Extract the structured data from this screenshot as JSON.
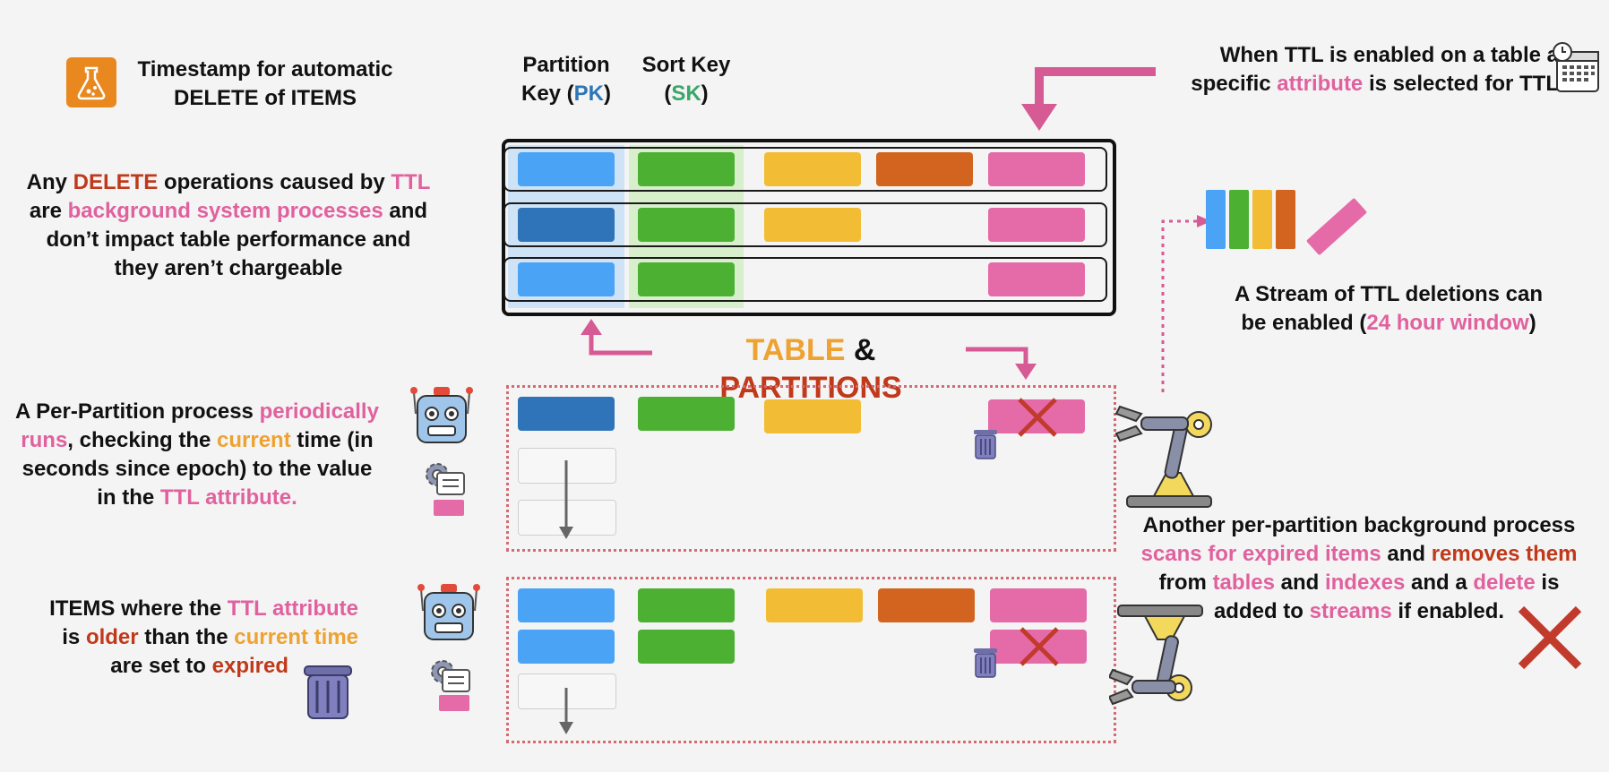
{
  "header": {
    "title_line1": "Timestamp for automatic",
    "title_line2": "DELETE of ITEMS",
    "icon": "flask-icon"
  },
  "columns": {
    "pk_line1": "Partition",
    "pk_line2_prefix": "Key (",
    "pk_abbr": "PK",
    "pk_suffix": ")",
    "sk_line1": "Sort Key",
    "sk_prefix": "(",
    "sk_abbr": "SK",
    "sk_suffix": ")"
  },
  "ttl_note": {
    "line1": "When TTL is enabled on a table a",
    "line2_a": "specific ",
    "line2_b": "attribute",
    "line2_c": " is selected for TTL",
    "icon": "calendar-icon"
  },
  "delete_note": {
    "l1_a": "Any ",
    "l1_b": "DELETE",
    "l1_c": " operations caused by ",
    "l1_d": "TTL",
    "l2_a": "are ",
    "l2_b": "background system processes",
    "l2_c": " and",
    "l3": "don’t impact table performance and",
    "l4": "they aren’t chargeable"
  },
  "stream_note": {
    "l1": "A Stream of TTL deletions can",
    "l2_a": "be enabled (",
    "l2_b": "24 hour window",
    "l2_c": ")"
  },
  "table_label": {
    "a": "TABLE",
    "b": " & ",
    "c": "PARTITIONS"
  },
  "process_note": {
    "l1_a": "A Per-Partition process ",
    "l1_b": "periodically",
    "l2_a": "runs",
    "l2_b": ", checking the ",
    "l2_c": "current",
    "l2_d": " time (in",
    "l3": "seconds since epoch) to the value",
    "l4_a": "in the ",
    "l4_b": "TTL attribute."
  },
  "background_note": {
    "l1": "Another per-partition background process",
    "l2_a": "scans for expired items",
    "l2_b": " and ",
    "l2_c": "removes them",
    "l3_a": "from ",
    "l3_b": "tables",
    "l3_c": " and ",
    "l3_d": "indexes",
    "l3_e": " and a ",
    "l3_f": "delete",
    "l3_g": " is",
    "l4_a": "added to ",
    "l4_b": "streams",
    "l4_c": " if enabled."
  },
  "expired_note": {
    "l1_a": "ITEMS where the ",
    "l1_b": "TTL attribute",
    "l2_a": "is ",
    "l2_b": "older",
    "l2_c": " than the ",
    "l2_d": "current time",
    "l3_a": "are set to ",
    "l3_b": "expired"
  },
  "colors": {
    "light_blue": "#4aa3f5",
    "dark_blue": "#2f74b8",
    "green": "#4cb033",
    "yellow": "#f2bd35",
    "orange": "#d2641f",
    "pink": "#e46aa8",
    "accent_red": "#c0391b",
    "arrow_pink": "#d65a93"
  }
}
